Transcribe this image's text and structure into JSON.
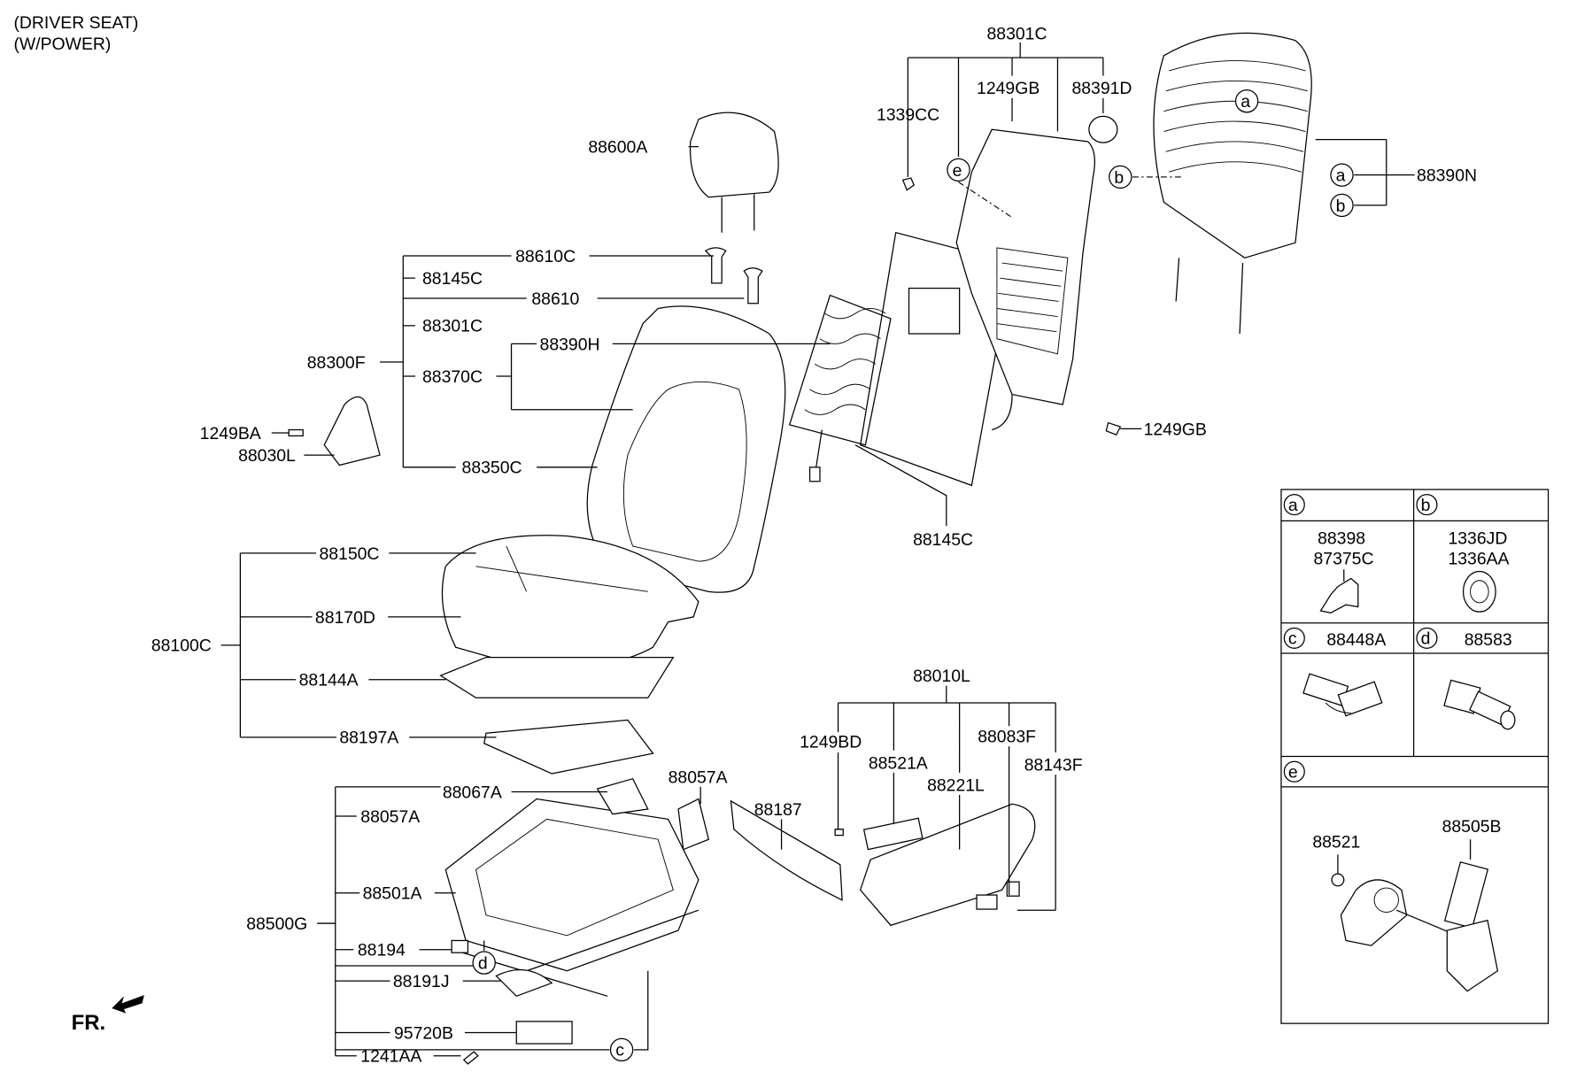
{
  "header": {
    "title_line1": "(DRIVER SEAT)",
    "title_line2": "(W/POWER)"
  },
  "front_indicator": "FR.",
  "callouts": {
    "88301C_top": "88301C",
    "1339CC": "1339CC",
    "1249GB_top": "1249GB",
    "88391D": "88391D",
    "88600A": "88600A",
    "88610C": "88610C",
    "88145C_left": "88145C",
    "88610": "88610",
    "88301C_left": "88301C",
    "88300F": "88300F",
    "88370C": "88370C",
    "88390H": "88390H",
    "1249BA": "1249BA",
    "88030L": "88030L",
    "88350C": "88350C",
    "1249GB_right": "1249GB",
    "88145C_bottom": "88145C",
    "88390N": "88390N",
    "88150C": "88150C",
    "88170D": "88170D",
    "88100C": "88100C",
    "88144A": "88144A",
    "88197A": "88197A",
    "88067A": "88067A",
    "88057A_right": "88057A",
    "88057A_left": "88057A",
    "88501A": "88501A",
    "88500G": "88500G",
    "88194": "88194",
    "88191J": "88191J",
    "95720B": "95720B",
    "1241AA": "1241AA",
    "88010L": "88010L",
    "1249BD": "1249BD",
    "88521A": "88521A",
    "88221L": "88221L",
    "88083F": "88083F",
    "88143F": "88143F",
    "88187": "88187"
  },
  "markers": {
    "a": "a",
    "b": "b",
    "c": "c",
    "d": "d",
    "e": "e"
  },
  "legend": {
    "a": {
      "marker": "a",
      "parts": [
        "88398",
        "87375C"
      ]
    },
    "b": {
      "marker": "b",
      "parts": [
        "1336JD",
        "1336AA"
      ]
    },
    "c": {
      "marker": "c",
      "parts": [
        "88448A"
      ]
    },
    "d": {
      "marker": "d",
      "parts": [
        "88583"
      ]
    },
    "e": {
      "marker": "e",
      "parts": [
        "88521",
        "88505B"
      ]
    }
  }
}
